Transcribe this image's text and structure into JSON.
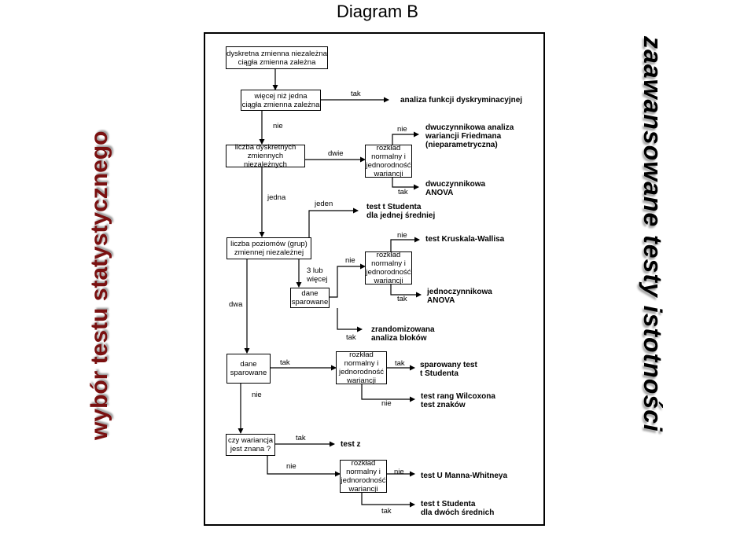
{
  "title": "Diagram B",
  "side_left": "wybór testu statystycznego",
  "side_right": "zaawansowane testy istotności",
  "boxes": {
    "b1": "dyskretna zmienna niezależna\nciągła zmienna zależna",
    "b2": "więcej niż jedna\nciągła zmienna zależna",
    "b3": "liczba dyskretnych\nzmiennych niezależnych",
    "b4": "rozkład\nnormalny i\njednorodność\nwariancji",
    "b5": "liczba poziomów (grup)\nzmiennej niezależnej",
    "b6": "rozkład\nnormalny i\njednorodność\nwariancji",
    "b7": "dane\nsparowane",
    "b8": "dane\nsparowane",
    "b9": "rozkład\nnormalny i\njednorodność\nwariancji",
    "b10": "czy wariancja\njest znana ?",
    "b11": "rozkład\nnormalny i\njednorodność\nwariancji"
  },
  "labels": {
    "l1": "tak",
    "l2": "nie",
    "l3": "dwie",
    "l4": "nie",
    "l5": "tak",
    "l6": "jedna",
    "l7": "jeden",
    "l8": "nie",
    "l9": "nie",
    "l10": "3 lub\nwięcej",
    "l11": "tak",
    "l12": "dwa",
    "l13": "tak",
    "l14": "tak",
    "l15": "tak",
    "l16": "nie",
    "l17": "nie",
    "l18": "tak",
    "l19": "nie",
    "l20": "nie",
    "l21": "tak"
  },
  "results": {
    "r1": "analiza funkcji dyskryminacyjnej",
    "r2": "dwuczynnikowa analiza\nwariancji Friedmana\n(nieparametryczna)",
    "r3": "dwuczynnikowa\nANOVA",
    "r4": "test t Studenta\ndla jednej średniej",
    "r5": "test Kruskala-Wallisa",
    "r6": "jednoczynnikowa\nANOVA",
    "r7": "zrandomizowana\nanaliza bloków",
    "r8": "sparowany test\nt Studenta",
    "r9": "test rang Wilcoxona\ntest znaków",
    "r10": "test z",
    "r11": "test U Manna-Whitneya",
    "r12": "test t Studenta\ndla dwóch średnich"
  }
}
